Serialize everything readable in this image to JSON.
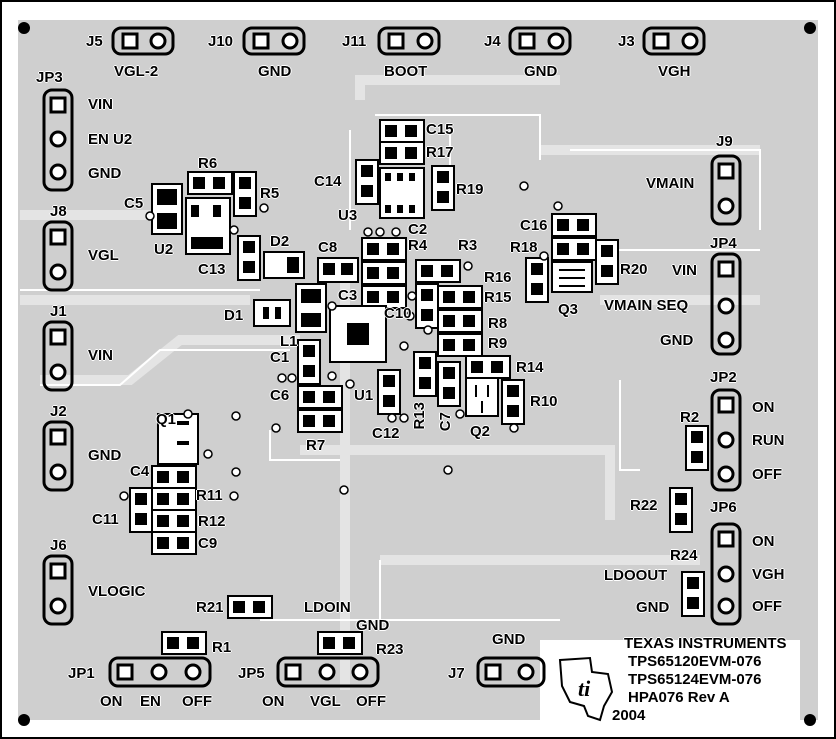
{
  "connectors": {
    "J5": {
      "ref": "J5",
      "label": "VGL-2"
    },
    "J10": {
      "ref": "J10",
      "label": "GND"
    },
    "J11": {
      "ref": "J11",
      "label": "BOOT"
    },
    "J4": {
      "ref": "J4",
      "label": "GND"
    },
    "J3": {
      "ref": "J3",
      "label": "VGH"
    },
    "JP3": {
      "ref": "JP3",
      "pins": [
        "VIN",
        "EN U2",
        "GND"
      ]
    },
    "J8": {
      "ref": "J8",
      "label": "VGL"
    },
    "J1": {
      "ref": "J1",
      "label": "VIN"
    },
    "J2": {
      "ref": "J2",
      "label": "GND"
    },
    "J6": {
      "ref": "J6",
      "label": "VLOGIC"
    },
    "J9": {
      "ref": "J9",
      "label": "VMAIN"
    },
    "JP4": {
      "ref": "JP4",
      "pins": [
        "VIN",
        "VMAIN SEQ",
        "GND"
      ]
    },
    "JP2": {
      "ref": "JP2",
      "pins": [
        "ON",
        "RUN",
        "OFF"
      ]
    },
    "JP6": {
      "ref": "JP6",
      "pins": [
        "ON",
        "VGH",
        "OFF"
      ]
    },
    "JP1": {
      "ref": "JP1",
      "pins": [
        "ON",
        "EN",
        "OFF"
      ]
    },
    "JP5": {
      "ref": "JP5",
      "pins": [
        "ON",
        "VGL",
        "OFF"
      ]
    },
    "J7": {
      "ref": "J7",
      "label": "GND"
    }
  },
  "components": [
    "C15",
    "R17",
    "C14",
    "R19",
    "U3",
    "C2",
    "R6",
    "R5",
    "C5",
    "U2",
    "C13",
    "D2",
    "C8",
    "R4",
    "R3",
    "C16",
    "R18",
    "R16",
    "R20",
    "Q3",
    "C3",
    "C10",
    "R15",
    "R8",
    "R9",
    "D1",
    "L1",
    "C1",
    "R14",
    "C6",
    "U1",
    "R10",
    "R7",
    "C12",
    "R13",
    "C7",
    "Q2",
    "Q1",
    "R2",
    "C4",
    "R11",
    "C11",
    "R12",
    "C9",
    "R22",
    "R24",
    "R21",
    "R1",
    "R23"
  ],
  "misc_labels": {
    "ldoin": "LDOIN",
    "gnd_jp5": "GND",
    "ldoout": "LDOOUT",
    "gnd_jp6": "GND"
  },
  "title_block": {
    "company": "TEXAS INSTRUMENTS",
    "part1": "TPS65120EVM-076",
    "part2": "TPS65124EVM-076",
    "revision": "HPA076 Rev A",
    "year": "2004"
  },
  "colors": {
    "board": "#cfcfcf",
    "trace": "#dadada",
    "outline": "#000000",
    "silk": "#ffffff",
    "pad": "#000000"
  }
}
